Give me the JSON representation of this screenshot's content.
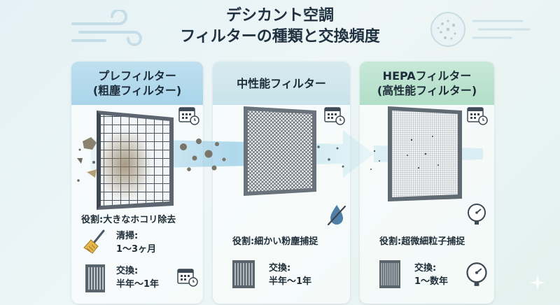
{
  "title": {
    "line1": "デシカント空調",
    "line2": "フィルターの種類と交換頻度"
  },
  "cards": [
    {
      "name_line1": "プレフィルター",
      "name_line2": "(粗塵フィルター)",
      "role": "役割:大きなホコリ除去",
      "clean_label": "清掃:",
      "clean_value": "1〜3ヶ月",
      "replace_label": "交換:",
      "replace_value": "半年〜1年"
    },
    {
      "name_line1": "中性能フィルター",
      "role": "役割:細かい粉塵捕捉",
      "replace_label": "交換:",
      "replace_value": "半年〜1年"
    },
    {
      "name_line1": "HEPAフィルター",
      "name_line2": "(高性能フィルター)",
      "role": "役割:超微細粒子捕捉",
      "replace_label": "交換:",
      "replace_value": "1〜数年"
    }
  ],
  "icons": {
    "wind": "wind-icon",
    "filter_bubble": "particle-bubble-icon",
    "calendar": "calendar-clock-icon",
    "broom": "broom-icon",
    "no_water": "no-water-icon",
    "gauge": "pressure-gauge-icon",
    "mini_filter": "mini-filter-icon",
    "sparkle": "sparkle-icon"
  },
  "colors": {
    "pre_header": "#a9d4ea",
    "medium_header": "#c9e3ea",
    "hepa_header": "#b2dec8",
    "flow": "#8fc9e6",
    "text": "#1f2f3c"
  }
}
